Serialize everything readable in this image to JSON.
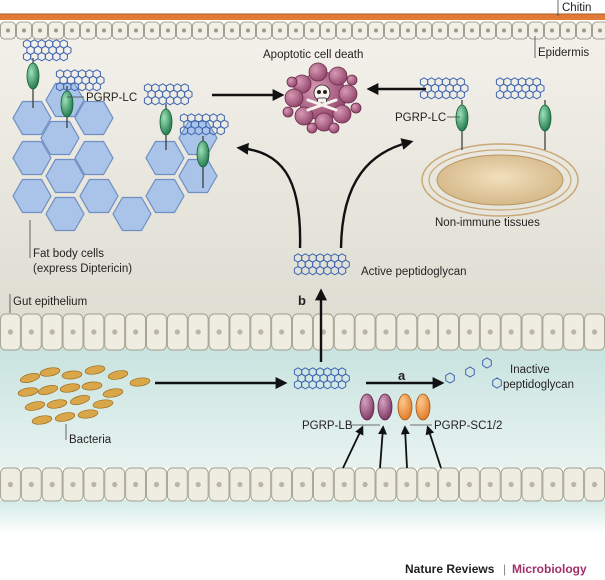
{
  "labels": {
    "chitin": "Chitin",
    "epidermis": "Epidermis",
    "apoptotic": "Apoptotic cell death",
    "pgrp_lc_left": "PGRP-LC",
    "pgrp_lc_right": "PGRP-LC",
    "non_immune": "Non-immune tissues",
    "fat_body_1": "Fat body cells",
    "fat_body_2": "(express Diptericin)",
    "active_pg": "Active peptidoglycan",
    "gut_epithelium": "Gut epithelium",
    "step_b": "b",
    "step_a": "a",
    "inactive_pg_1": "Inactive",
    "inactive_pg_2": "peptidoglycan",
    "bacteria": "Bacteria",
    "pgrp_lb": "PGRP-LB",
    "pgrp_sc": "PGRP-SC1/2"
  },
  "footer": {
    "journal": "Nature Reviews",
    "separator": "|",
    "section": "Microbiology"
  },
  "colors": {
    "chitin_band": "#e07b39",
    "background_top": "#ece9e0",
    "gut_lumen": "#cfe6e2",
    "hexagon_fill": "#a9c4e8",
    "receptor_green": "#2e9a63",
    "pgrp_lb_purple": "#9b4d78",
    "pgrp_sc_orange": "#ef9340",
    "dying_cell": "#b06688",
    "bacteria": "#d9a64a",
    "tissue": "#e6cfa6",
    "footer_section": "#a0306a"
  }
}
